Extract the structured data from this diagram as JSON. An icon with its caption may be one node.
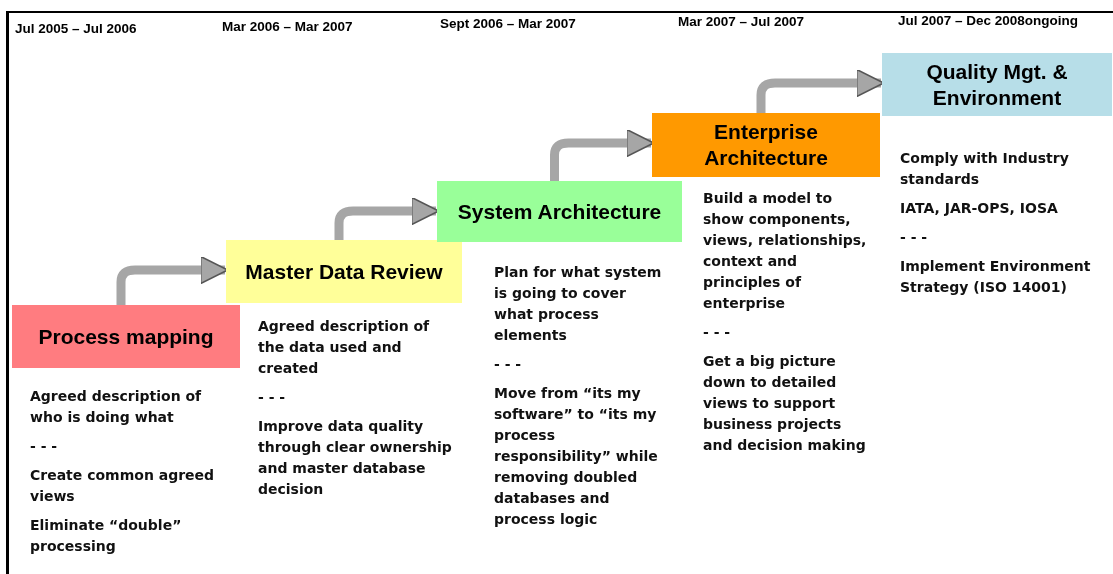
{
  "diagram": {
    "nodes": [
      {
        "text": [
          "Process mapping"
        ],
        "beside": [
          "Agreed description of who is doing what",
          "- - -",
          "Create common agreed views",
          "Eliminate “double” processing"
        ]
      },
      {
        "text": [
          "Master Data Review"
        ],
        "beside": [
          "Agreed description of the data used and created",
          "- - -",
          "Improve data quality through clear ownership and master database decision"
        ]
      },
      {
        "text": [
          "System Architecture"
        ],
        "beside": [
          "Plan for what system is going to cover what process elements",
          "- - -",
          "Move from “its my software” to “its my process responsibility” while removing doubled databases and process logic"
        ]
      },
      {
        "text": [
          "Enterprise Architecture"
        ],
        "beside": [
          "Build a model to show components, views, relationships, context and principles of enterprise",
          "- - -",
          "Get a big picture down to detailed views to support business projects and decision making"
        ]
      },
      {
        "text": [
          "Quality Mgt. & Environment"
        ],
        "beside": [
          "Comply with Industry standards",
          "IATA, JAR-OPS, IOSA",
          "- - -",
          "Implement Environment Strategy (ISO 14001)"
        ]
      }
    ],
    "edges": [
      {
        "from": 0,
        "to": 1,
        "arrow": "to"
      },
      {
        "from": 1,
        "to": 2,
        "arrow": "to"
      },
      {
        "from": 2,
        "to": 3,
        "arrow": "to"
      },
      {
        "from": 3,
        "to": 4,
        "arrow": "to"
      }
    ],
    "labels": [
      "Jul 2005 – Jul 2006",
      "Mar 2006 – Mar 2007",
      "Sept 2006 – Mar 2007",
      "Mar 2007 –  Jul 2007",
      "Jul 2007 –  Dec 2008ongoing"
    ]
  }
}
